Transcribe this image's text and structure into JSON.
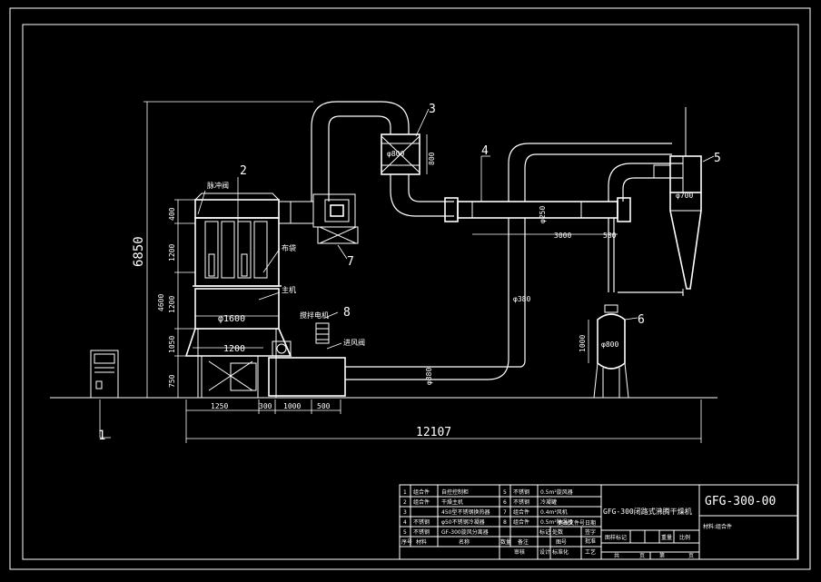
{
  "colors": {
    "background": "#000000",
    "line": "#ffffff"
  },
  "dimensions": {
    "overall_height": "6850",
    "seg_400": "400",
    "seg_1200_a": "1200",
    "seg_4600": "4600",
    "seg_1200_b": "1200",
    "seg_1050": "1050",
    "seg_750": "750",
    "dia_1600": "φ1600",
    "len_1200": "1200",
    "base_1250": "1250",
    "base_300": "300",
    "base_1000": "1000",
    "base_500": "500",
    "overall_length": "12107",
    "dia_800": "φ800",
    "h_800": "800",
    "dia_250": "φ250",
    "len_3000": "3000",
    "len_580": "580",
    "dia_380_a": "φ380",
    "dia_380_b": "φ380",
    "dia_700": "φ700",
    "h_1000": "1000",
    "dia_800_tank": "φ800"
  },
  "callouts": {
    "c1": "1",
    "c2": "2",
    "c3": "3",
    "c4": "4",
    "c5": "5",
    "c6": "6",
    "c7": "7",
    "c8": "8"
  },
  "labels": {
    "pulse_valve": "脉冲阀",
    "filter_bag": "布袋",
    "main_unit": "主机",
    "stirring_motor": "搅拌电机",
    "inlet_valve": "进风阀"
  },
  "title_block": {
    "drawing_no": "GFG-300-00",
    "title": "GFG-300闭路式沸腾干燥机",
    "material": "材料:组合件",
    "rows": [
      {
        "no": "1",
        "mat": "组合件",
        "name": "自控控制柜",
        "no2": "5",
        "mat2": "不锈钢",
        "name2": "0.5m²旋风器"
      },
      {
        "no": "2",
        "mat": "组合件",
        "name": "干燥主机",
        "no2": "6",
        "mat2": "不锈钢",
        "name2": "冷凝罐"
      },
      {
        "no": "3",
        "mat": "",
        "name": "450型不锈钢换热器",
        "no2": "7",
        "mat2": "组合件",
        "name2": "0.4m²风机"
      },
      {
        "no": "4",
        "mat": "不锈钢",
        "name": "φ50不锈钢冷凝器",
        "no2": "8",
        "mat2": "组合件",
        "name2": "0.5m²除湿器"
      },
      {
        "no": "5",
        "mat": "不锈钢",
        "name": "GF-300旋风分离器",
        "no2": "",
        "mat2": "",
        "name2": ""
      }
    ],
    "hdr": [
      "序号",
      "材料",
      "名称",
      "数量",
      "备注",
      "图号"
    ],
    "sign_a": [
      "标记",
      "处数",
      "更改文件号",
      "签字",
      "日期"
    ],
    "sign_b": [
      "设计",
      "标准化",
      "审核",
      "工艺",
      "批准"
    ],
    "stage": [
      "图样标记",
      "重量",
      "比例"
    ],
    "sheet": [
      "共",
      "页",
      "第",
      "页"
    ]
  }
}
